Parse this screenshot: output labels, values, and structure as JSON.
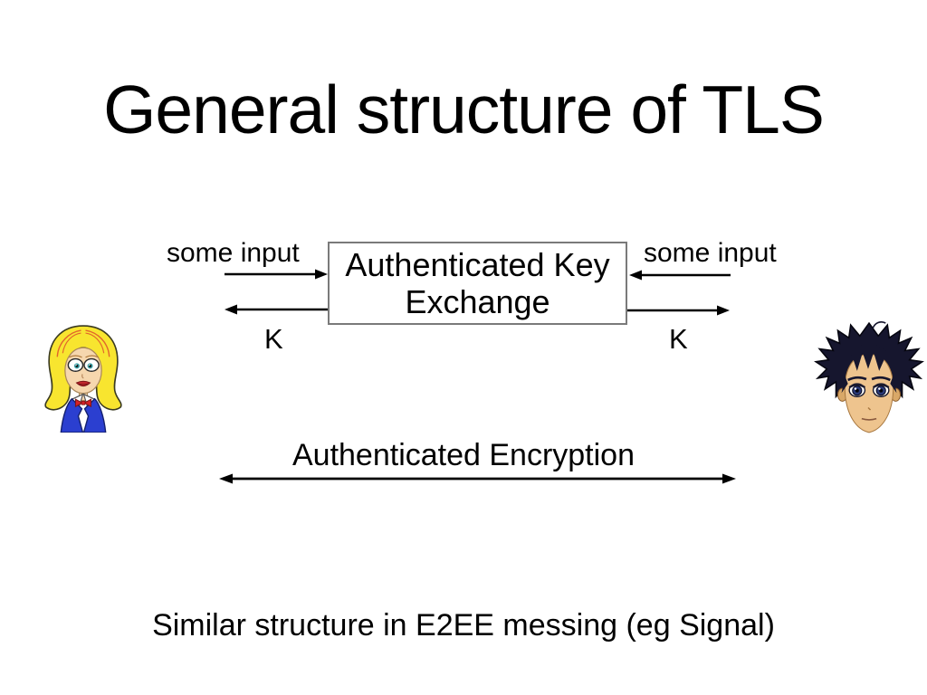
{
  "slide": {
    "title": "General structure of TLS",
    "diagram": {
      "ake_box_label": "Authenticated Key Exchange",
      "left_input_label": "some input",
      "right_input_label": "some input",
      "left_key_label": "K",
      "right_key_label": "K",
      "encryption_label": "Authenticated Encryption"
    },
    "footnote": "Similar structure in E2EE messing (eg Signal)",
    "avatars": {
      "left": "alice-cartoon-blonde-woman",
      "right": "bob-anime-dark-haired-man"
    },
    "colors": {
      "background": "#ffffff",
      "text": "#000000",
      "box_border": "#7a7a7a",
      "arrow": "#000000",
      "alice_hair": "#f8e52f",
      "alice_hair_streak": "#e2662c",
      "alice_skin": "#f6d7ae",
      "alice_eye_iris": "#3a9fa6",
      "alice_lips": "#c1272d",
      "alice_jacket": "#2b3fd0",
      "alice_bow": "#d42127",
      "bob_hair": "#16162e",
      "bob_skin": "#eec48e",
      "bob_eye_iris": "#2a3a78"
    }
  }
}
